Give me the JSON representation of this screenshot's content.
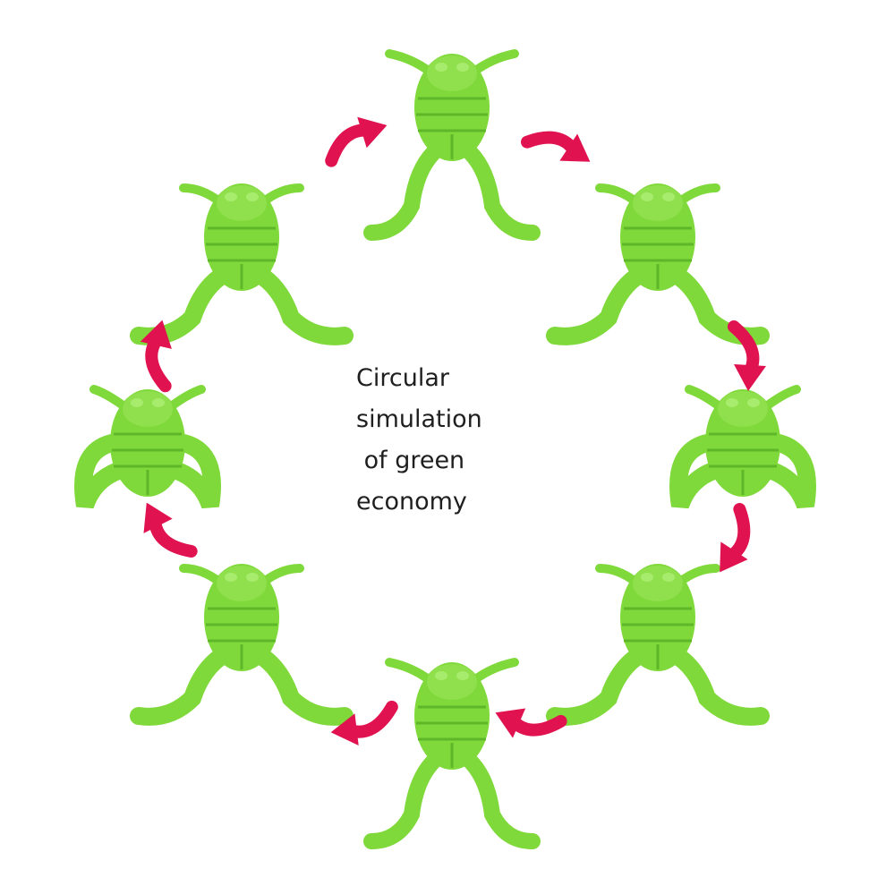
{
  "center_text": {
    "line1": "Circular",
    "line2": "simulation",
    "line3": " of green",
    "line4": "economy"
  },
  "colors": {
    "frog_body": "#7fd93a",
    "frog_shade": "#5db728",
    "frog_light": "#a8ec6e",
    "arrow": "#e0124f"
  },
  "frogs": [
    {
      "pose": "legs-down",
      "label": "frog-top"
    },
    {
      "pose": "legs-spread",
      "label": "frog-upper-right"
    },
    {
      "pose": "legs-curled",
      "label": "frog-right"
    },
    {
      "pose": "legs-spread",
      "label": "frog-lower-right"
    },
    {
      "pose": "legs-down",
      "label": "frog-bottom"
    },
    {
      "pose": "legs-spread",
      "label": "frog-lower-left"
    },
    {
      "pose": "legs-curled",
      "label": "frog-left"
    },
    {
      "pose": "legs-spread",
      "label": "frog-upper-left"
    }
  ],
  "arrow_count": 8,
  "flow_direction": "clockwise"
}
